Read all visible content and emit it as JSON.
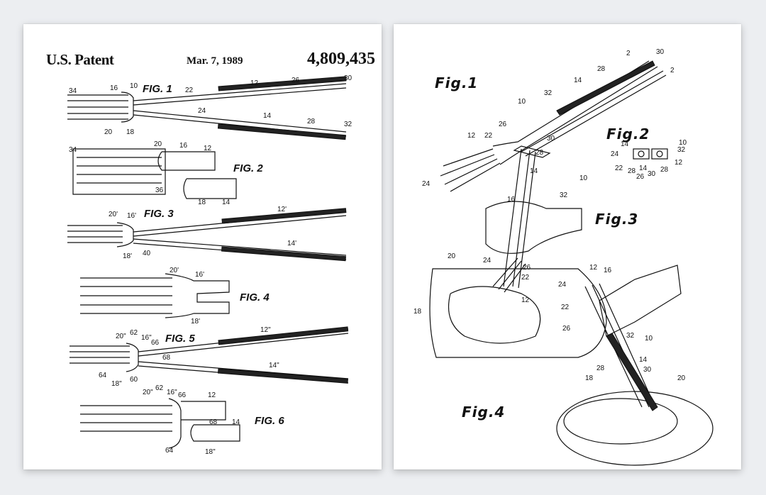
{
  "sheet1": {
    "header": {
      "left": "U.S. Patent",
      "date": "Mar. 7, 1989",
      "number": "4,809,435"
    },
    "figures": [
      "FIG. 1",
      "FIG. 2",
      "FIG. 3",
      "FIG. 4",
      "FIG. 5",
      "FIG. 6"
    ],
    "labels": {
      "f1": [
        "34",
        "16",
        "10",
        "12",
        "26",
        "30",
        "22",
        "24",
        "14",
        "28",
        "32",
        "20",
        "18"
      ],
      "f2": [
        "34",
        "20",
        "16",
        "12",
        "36",
        "18",
        "14"
      ],
      "f3": [
        "20'",
        "16'",
        "12'",
        "14'",
        "18'",
        "40"
      ],
      "f4": [
        "20'",
        "16'",
        "18'"
      ],
      "f5": [
        "20\"",
        "62",
        "16\"",
        "66",
        "12\"",
        "68",
        "64",
        "18\"",
        "60",
        "14\""
      ],
      "f6": [
        "20\"",
        "62",
        "16\"",
        "66",
        "12",
        "68",
        "14",
        "64",
        "18\""
      ]
    }
  },
  "sheet2": {
    "figures": [
      "Fig.1",
      "Fig.2",
      "Fig.3",
      "Fig.4"
    ],
    "labels": {
      "f1": [
        "2",
        "30",
        "2",
        "28",
        "14",
        "32",
        "10",
        "26",
        "12",
        "22",
        "24"
      ],
      "f2": [
        "14",
        "10",
        "24",
        "32",
        "22",
        "28",
        "14",
        "30",
        "26",
        "28",
        "12"
      ],
      "f3": [
        "30",
        "28",
        "10",
        "14",
        "32",
        "16",
        "20",
        "24",
        "26",
        "22",
        "12",
        "18"
      ],
      "f4": [
        "12",
        "16",
        "24",
        "22",
        "26",
        "32",
        "10",
        "28",
        "14",
        "30",
        "18",
        "20"
      ]
    }
  }
}
